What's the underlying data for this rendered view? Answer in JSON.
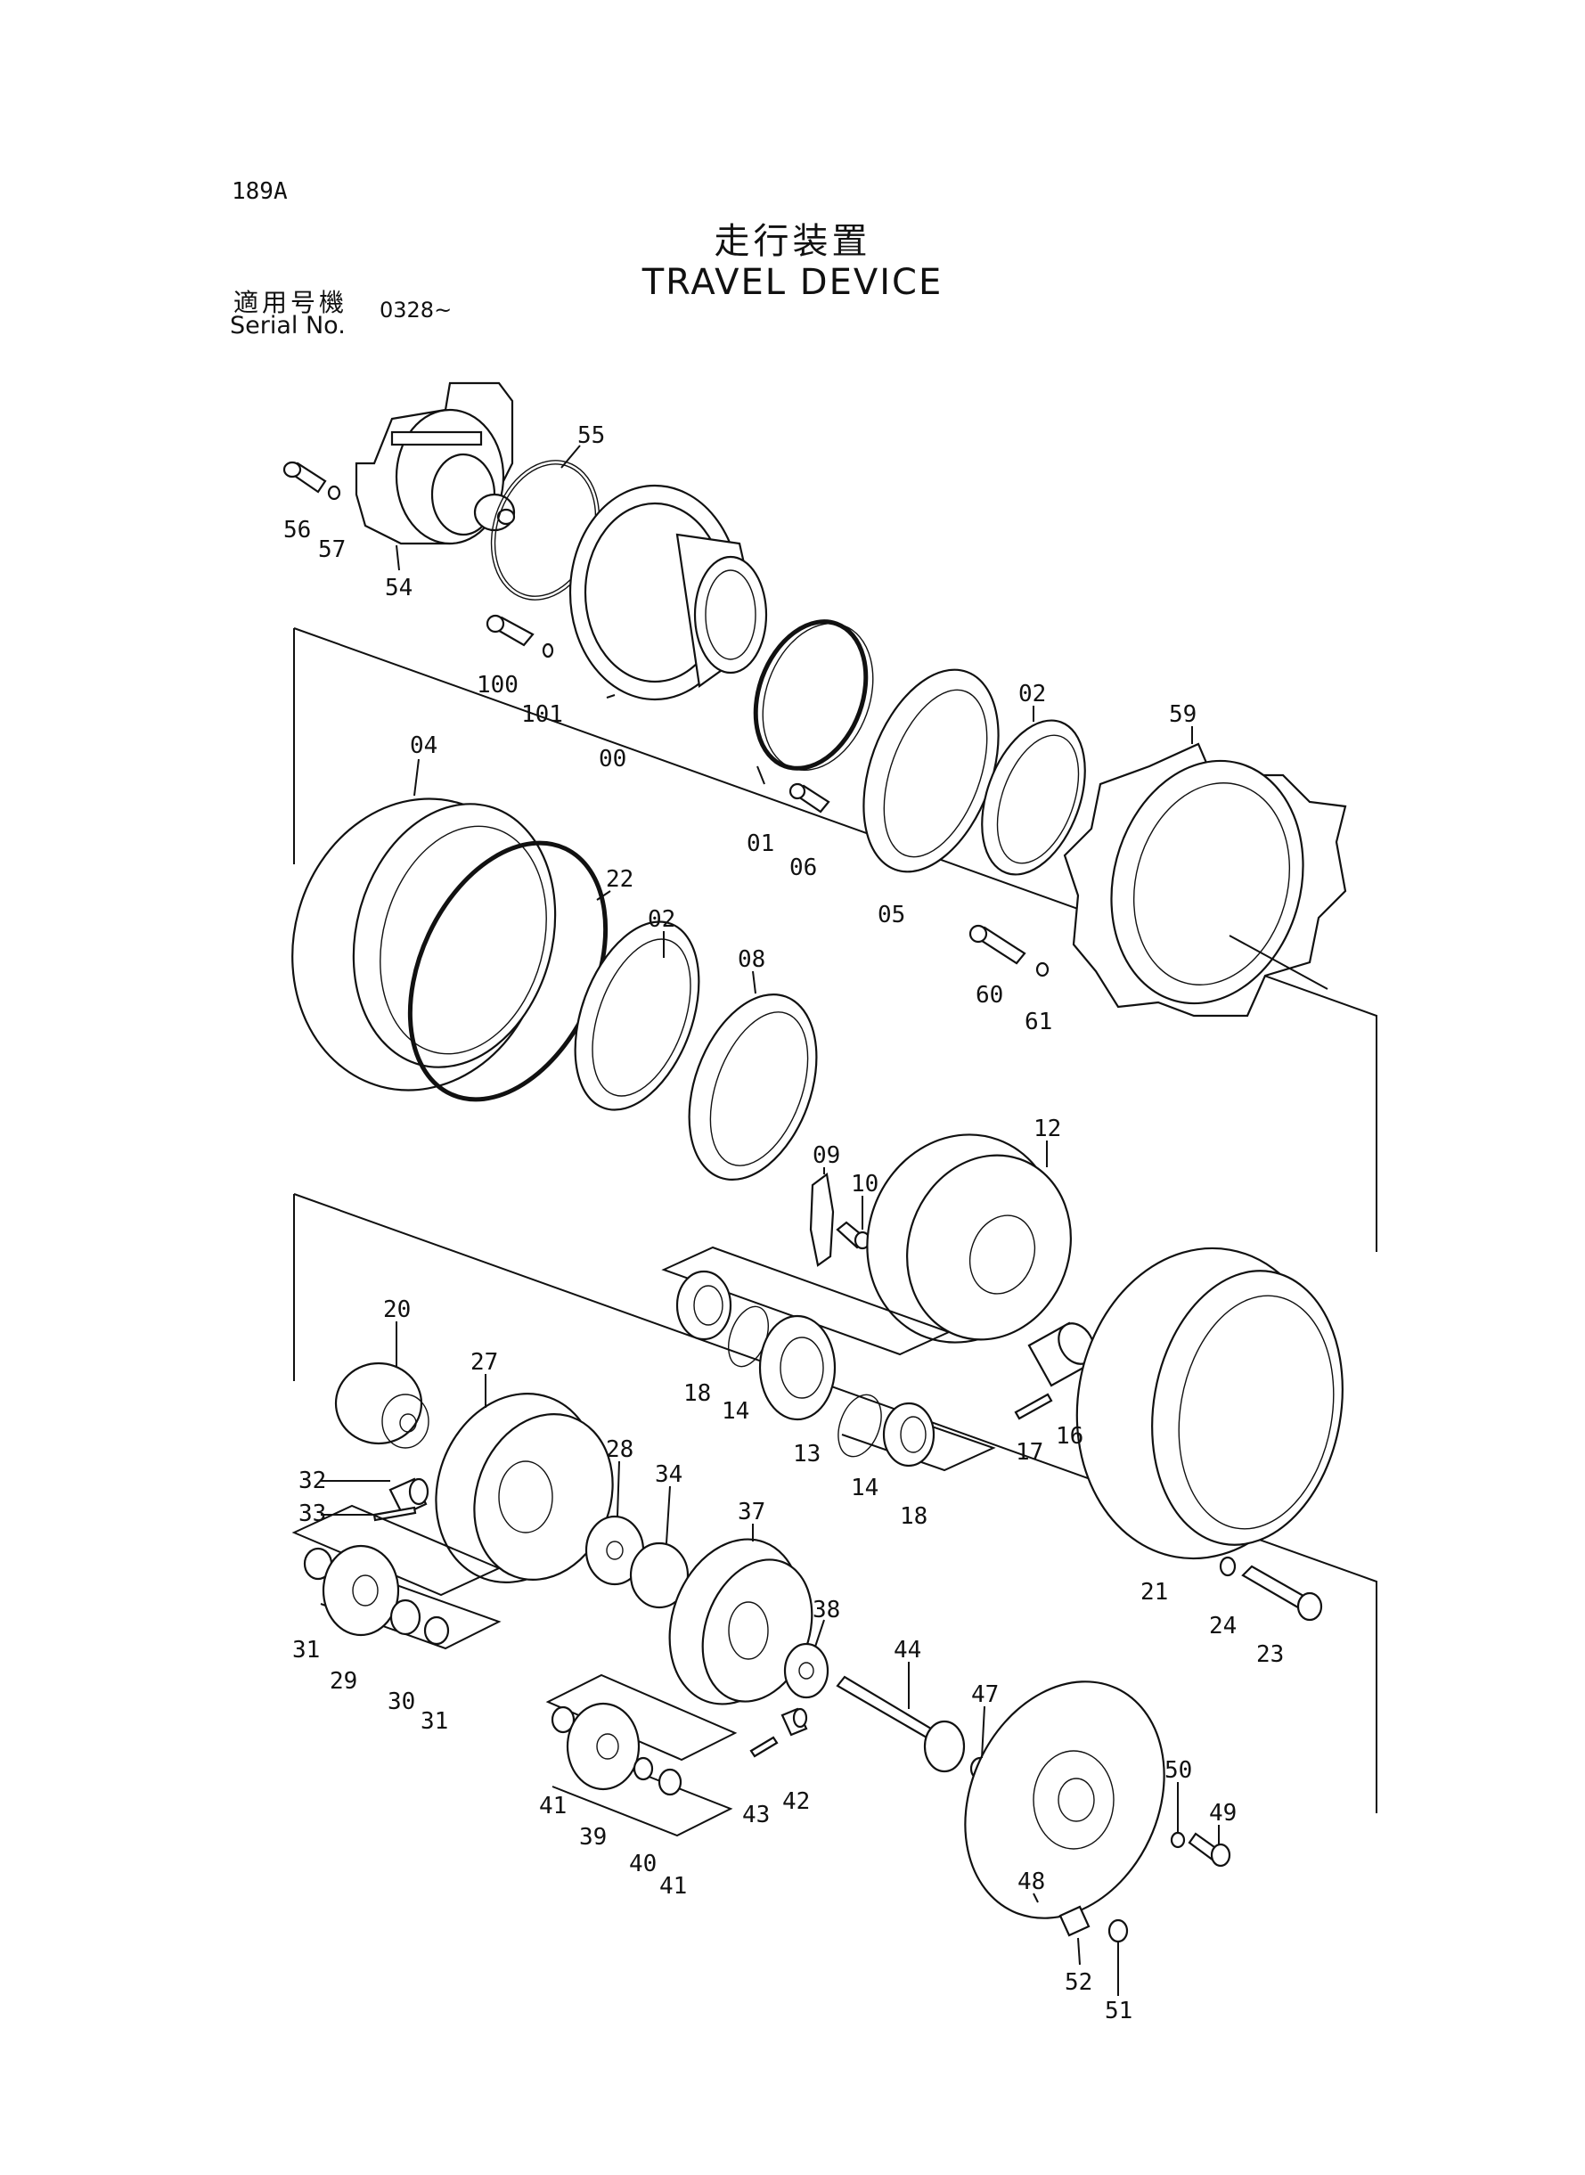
{
  "header": {
    "page_number": "189A",
    "title_jp": "走行装置",
    "title_en": "TRAVEL DEVICE",
    "serial_label_jp": "適用号機",
    "serial_label_en": "Serial No.",
    "serial_value": "0328~"
  },
  "parts": [
    {
      "id": "p55",
      "num": "55"
    },
    {
      "id": "p56",
      "num": "56"
    },
    {
      "id": "p57",
      "num": "57"
    },
    {
      "id": "p54",
      "num": "54"
    },
    {
      "id": "p100",
      "num": "100"
    },
    {
      "id": "p101",
      "num": "101"
    },
    {
      "id": "p00",
      "num": "00"
    },
    {
      "id": "p01",
      "num": "01"
    },
    {
      "id": "p06",
      "num": "06"
    },
    {
      "id": "p05",
      "num": "05"
    },
    {
      "id": "p02a",
      "num": "02"
    },
    {
      "id": "p59",
      "num": "59"
    },
    {
      "id": "p04",
      "num": "04"
    },
    {
      "id": "p22",
      "num": "22"
    },
    {
      "id": "p02b",
      "num": "02"
    },
    {
      "id": "p08",
      "num": "08"
    },
    {
      "id": "p60",
      "num": "60"
    },
    {
      "id": "p61",
      "num": "61"
    },
    {
      "id": "p09",
      "num": "09"
    },
    {
      "id": "p10",
      "num": "10"
    },
    {
      "id": "p12",
      "num": "12"
    },
    {
      "id": "p20",
      "num": "20"
    },
    {
      "id": "p27",
      "num": "27"
    },
    {
      "id": "p18a",
      "num": "18"
    },
    {
      "id": "p14a",
      "num": "14"
    },
    {
      "id": "p13",
      "num": "13"
    },
    {
      "id": "p14b",
      "num": "14"
    },
    {
      "id": "p18b",
      "num": "18"
    },
    {
      "id": "p17",
      "num": "17"
    },
    {
      "id": "p16",
      "num": "16"
    },
    {
      "id": "p32",
      "num": "32"
    },
    {
      "id": "p33",
      "num": "33"
    },
    {
      "id": "p28",
      "num": "28"
    },
    {
      "id": "p34",
      "num": "34"
    },
    {
      "id": "p37",
      "num": "37"
    },
    {
      "id": "p21",
      "num": "21"
    },
    {
      "id": "p24",
      "num": "24"
    },
    {
      "id": "p23",
      "num": "23"
    },
    {
      "id": "p31a",
      "num": "31"
    },
    {
      "id": "p29",
      "num": "29"
    },
    {
      "id": "p30",
      "num": "30"
    },
    {
      "id": "p31b",
      "num": "31"
    },
    {
      "id": "p38",
      "num": "38"
    },
    {
      "id": "p44",
      "num": "44"
    },
    {
      "id": "p47",
      "num": "47"
    },
    {
      "id": "p41a",
      "num": "41"
    },
    {
      "id": "p39",
      "num": "39"
    },
    {
      "id": "p40",
      "num": "40"
    },
    {
      "id": "p41b",
      "num": "41"
    },
    {
      "id": "p43",
      "num": "43"
    },
    {
      "id": "p42",
      "num": "42"
    },
    {
      "id": "p50",
      "num": "50"
    },
    {
      "id": "p49",
      "num": "49"
    },
    {
      "id": "p48",
      "num": "48"
    },
    {
      "id": "p52",
      "num": "52"
    },
    {
      "id": "p51",
      "num": "51"
    }
  ]
}
